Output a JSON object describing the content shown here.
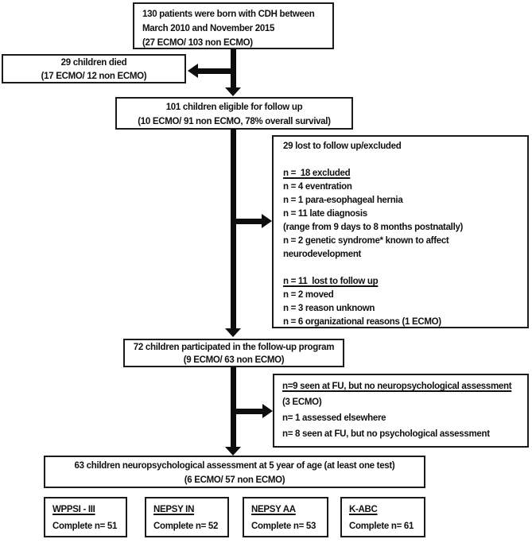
{
  "initial": {
    "line1": "130 patients were born with CDH between",
    "line2": "March 2010 and November 2015",
    "line3": "(27 ECMO/ 103 non ECMO)"
  },
  "died": {
    "line1": "29 children died",
    "line2": "(17 ECMO/ 12 non ECMO)"
  },
  "eligible": {
    "line1": "101 children eligible for follow up",
    "line2": "(10 ECMO/ 91 non ECMO, 78% overall survival)"
  },
  "lost": {
    "lines": [
      "29 lost to follow up/excluded",
      "",
      "n =  18 excluded",
      "n = 4 eventration",
      "n = 1 para-esophageal hernia",
      "n = 11 late diagnosis",
      "(range from 9 days to 8 months postnatally)",
      "n = 2 genetic syndrome* known to affect",
      "neurodevelopment",
      "",
      "n = 11  lost to follow up",
      "n = 2 moved",
      "n = 3 reason unknown",
      "n = 6 organizational reasons (1 ECMO)"
    ]
  },
  "participated": {
    "line1": "72 children participated in the follow-up program",
    "line2": "(9 ECMO/ 63 non ECMO)"
  },
  "fu_no_assess": {
    "lines": [
      "n=9 seen at FU, but no neuropsychological assessment",
      "(3 ECMO)",
      "n= 1 assessed elsewhere",
      "n= 8 seen at FU, but no psychological assessment"
    ]
  },
  "assessment": {
    "line1": "63 children neuropsychological assessment at 5 year of age (at least one test)",
    "line2": "(6 ECMO/ 57 non ECMO)"
  },
  "tests": [
    {
      "name": "WPPSI - III",
      "complete": "Complete n= 51"
    },
    {
      "name": "NEPSY IN",
      "complete": "Complete n= 52"
    },
    {
      "name": "NEPSY AA",
      "complete": "Complete n= 53"
    },
    {
      "name": "K-ABC",
      "complete": "Complete n= 61"
    }
  ],
  "colors": {
    "background": "#ffffff",
    "border": "#1b1b1b",
    "arrow": "#0d0d0d",
    "text": "#111111"
  }
}
